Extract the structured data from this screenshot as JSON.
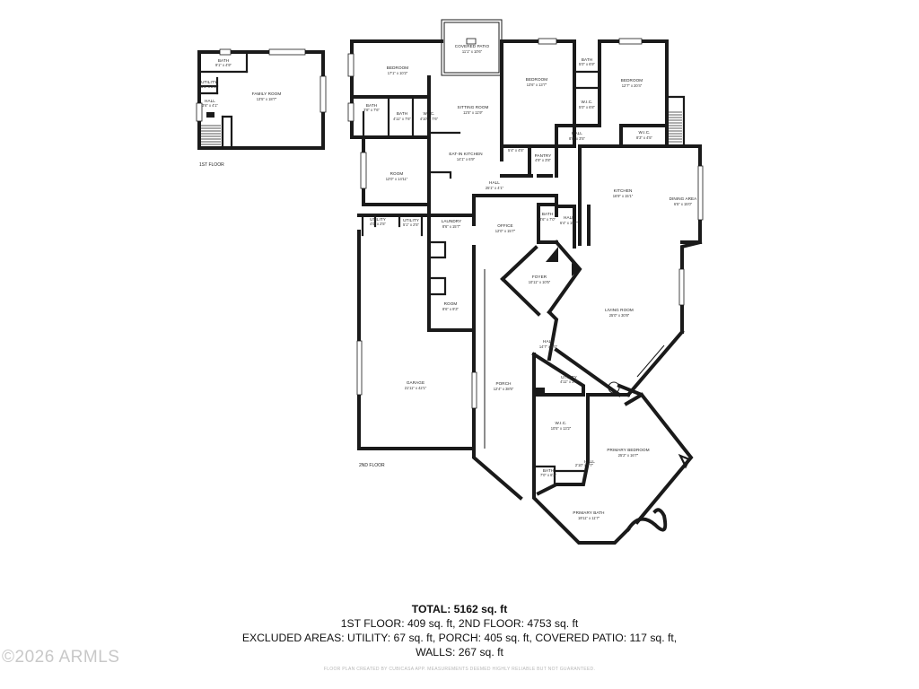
{
  "floors": [
    {
      "key": "first",
      "label": "1ST FLOOR"
    },
    {
      "key": "second",
      "label": "2ND FLOOR"
    }
  ],
  "rooms": {
    "fam": {
      "name": "FAMILY ROOM",
      "dims": "13'5\" x 18'7\""
    },
    "bath1": {
      "name": "BATH",
      "dims": "9'1\" x 4'9\""
    },
    "util1": {
      "name": "UTILITY",
      "dims": "3'6\" x 2'6\""
    },
    "hall1": {
      "name": "HALL",
      "dims": "3'6\" x 4'1\""
    },
    "cpatio": {
      "name": "COVERED PATIO",
      "dims": "11'1\" x 10'6\""
    },
    "bedA": {
      "name": "BEDROOM",
      "dims": "17'1\" x 10'2\""
    },
    "bathA": {
      "name": "BATH",
      "dims": "3'8\" x 7'6\""
    },
    "bathB": {
      "name": "BATH",
      "dims": "4'11\" x 7'6\""
    },
    "wicA": {
      "name": "W.I.C.",
      "dims": "4'10\" x 7'6\""
    },
    "sitting": {
      "name": "SITTING ROOM",
      "dims": "11'5\" x 11'9\""
    },
    "bedB": {
      "name": "BEDROOM",
      "dims": "13'6\" x 13'7\""
    },
    "bathC": {
      "name": "BATH",
      "dims": "5'0\" x 6'9\""
    },
    "bedC": {
      "name": "BEDROOM",
      "dims": "12'7\" x 20'4\""
    },
    "wicB": {
      "name": "W.I.C.",
      "dims": "5'0\" x 6'8\""
    },
    "hallA": {
      "name": "HALL",
      "dims": "8'0\" x 3'5\""
    },
    "wicC": {
      "name": "W.I.C.",
      "dims": "8'3\" x 4'5\""
    },
    "bathD": {
      "name": "BATH",
      "dims": "5'4\" x 4'5\""
    },
    "pantry": {
      "name": "PANTRY",
      "dims": "4'9\" x 3'8\""
    },
    "eatin": {
      "name": "EAT-IN KITCHEN",
      "dims": "14'1\" x 6'9\""
    },
    "room1": {
      "name": "ROOM",
      "dims": "12'0\" x 14'11\""
    },
    "hallB": {
      "name": "HALL",
      "dims": "25'1\" x 4'1\""
    },
    "kitchen": {
      "name": "KITCHEN",
      "dims": "16'9\" x 15'1\""
    },
    "dining": {
      "name": "DINING AREA",
      "dims": "6'5\" x 15'0\""
    },
    "util2": {
      "name": "UTILITY",
      "dims": "4'0\" x 2'5\""
    },
    "util3": {
      "name": "UTILITY",
      "dims": "5'1\" x 2'5\""
    },
    "laundry": {
      "name": "LAUNDRY",
      "dims": "8'6\" x 15'7\""
    },
    "office": {
      "name": "OFFICE",
      "dims": "12'0\" x 15'7\""
    },
    "bathE": {
      "name": "BATH",
      "dims": "3'6\" x 7'0\""
    },
    "hallC": {
      "name": "HALL",
      "dims": "6'4\" x 15'7\""
    },
    "foyer": {
      "name": "FOYER",
      "dims": "10'11\" x 10'5\""
    },
    "room2": {
      "name": "ROOM",
      "dims": "8'6\" x 9'3\""
    },
    "living": {
      "name": "LIVING ROOM",
      "dims": "25'0\" x 30'8\""
    },
    "garage": {
      "name": "GARAGE",
      "dims": "21'11\" x 42'1\""
    },
    "porch": {
      "name": "PORCH",
      "dims": "12'4\" x 38'5\""
    },
    "hallD": {
      "name": "HALL",
      "dims": "14'7\" x 4'0\""
    },
    "util4": {
      "name": "UTILITY",
      "dims": "4'11\" x 3'8\""
    },
    "wicD": {
      "name": "W.I.C.",
      "dims": "10'5\" x 13'2\""
    },
    "primarybed": {
      "name": "PRIMARY BEDROOM",
      "dims": "25'2\" x 16'7\""
    },
    "hallE": {
      "name": "HALL",
      "dims": "2'10\" x 7'7\""
    },
    "bathF": {
      "name": "BATH",
      "dims": "7'0\" x 6'2\""
    },
    "primarybath": {
      "name": "PRIMARY BATH",
      "dims": "19'11\" x 11'7\""
    }
  },
  "summary": {
    "total": "TOTAL: 5162 sq. ft",
    "floors": "1ST FLOOR: 409 sq. ft, 2ND FLOOR: 4753 sq. ft",
    "excluded": "EXCLUDED AREAS: UTILITY: 67 sq. ft, PORCH: 405 sq. ft, COVERED PATIO: 117 sq. ft,",
    "walls": "WALLS: 267 sq. ft"
  },
  "disclaimer": "FLOOR PLAN CREATED BY CUBICASA APP. MEASUREMENTS DEEMED HIGHLY RELIABLE BUT NOT GUARANTEED.",
  "copyright": "©2026 ARMLS"
}
